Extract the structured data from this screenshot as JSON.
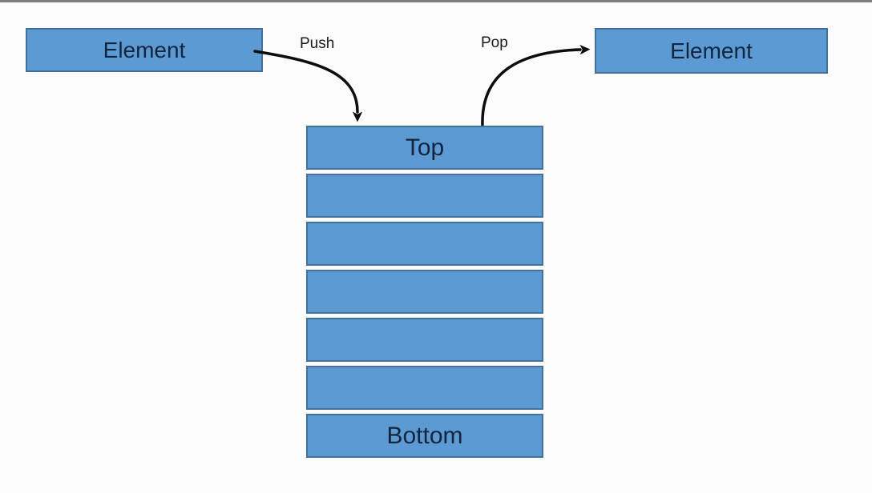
{
  "diagram": {
    "type": "stack-data-structure",
    "left_element": {
      "label": "Element"
    },
    "right_element": {
      "label": "Element"
    },
    "push_label": "Push",
    "pop_label": "Pop",
    "stack": {
      "cells": [
        "Top",
        "",
        "",
        "",
        "",
        "",
        "Bottom"
      ],
      "top_cell_label": "Top",
      "bottom_cell_label": "Bottom"
    },
    "colors": {
      "background": "#fcfcfc",
      "topbar": "#7d7d7d",
      "box_fill": "#5b9ad3",
      "box_border": "#41719c",
      "text": "#13253e",
      "label_text": "#1a1a1a",
      "arrow": "#0d0d0d"
    }
  }
}
